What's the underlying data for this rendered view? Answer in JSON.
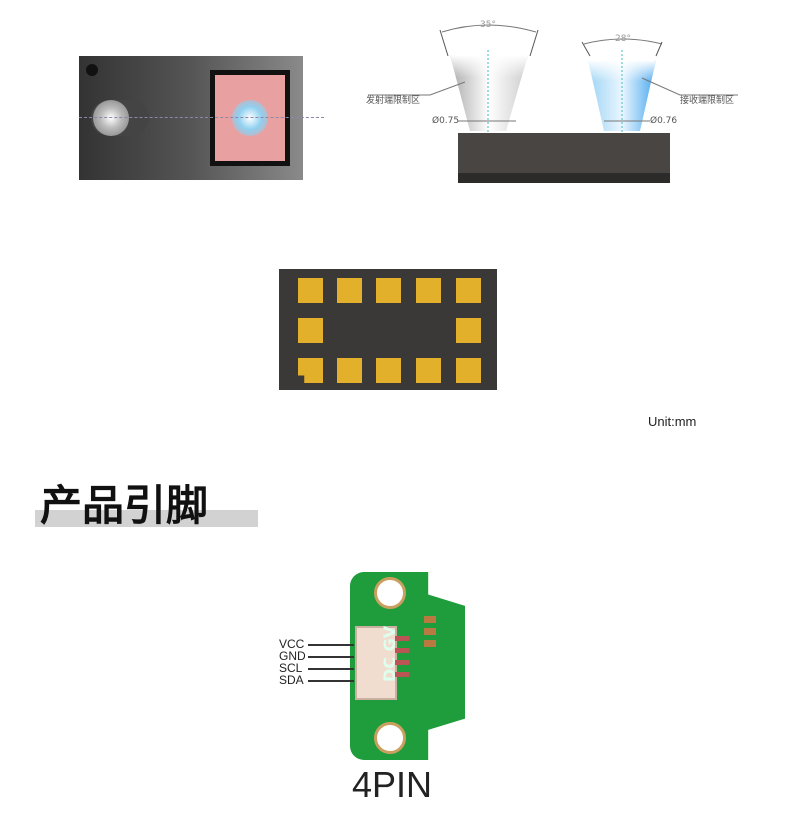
{
  "diagram": {
    "emitter_angle": "35°",
    "receiver_angle": "28°",
    "emitter_label": "发射端限制区",
    "receiver_label": "接收端限制区",
    "emitter_diameter": "Ø0.75",
    "receiver_diameter": "Ø0.76",
    "unit": "Unit:mm"
  },
  "section": {
    "title": "产品引脚"
  },
  "pins": {
    "labels": [
      "VCC",
      "GND",
      "SCL",
      "SDA"
    ],
    "board_text": "DC GV",
    "caption": "4PIN"
  },
  "colors": {
    "pad": "#e3b02c",
    "pcb": "#1f9c3c",
    "body": "#3b3938"
  }
}
